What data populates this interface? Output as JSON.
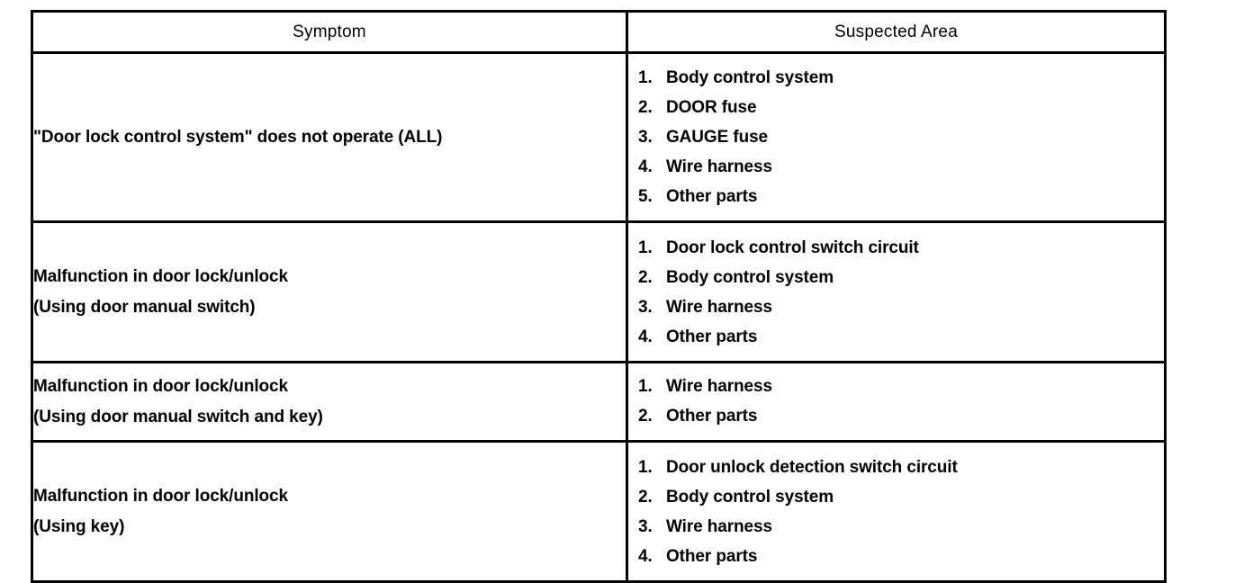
{
  "table": {
    "headers": {
      "symptom": "Symptom",
      "suspected_area": "Suspected Area"
    },
    "rows": [
      {
        "symptom_lines": [
          "\"Door lock control system\" does not operate (ALL)"
        ],
        "suspected_area": [
          {
            "num": "1.",
            "name": "Body control system"
          },
          {
            "num": "2.",
            "name": "DOOR fuse"
          },
          {
            "num": "3.",
            "name": "GAUGE fuse"
          },
          {
            "num": "4.",
            "name": "Wire harness"
          },
          {
            "num": "5.",
            "name": "Other parts"
          }
        ]
      },
      {
        "symptom_lines": [
          "Malfunction in door lock/unlock",
          "(Using door manual switch)"
        ],
        "suspected_area": [
          {
            "num": "1.",
            "name": "Door lock control switch circuit"
          },
          {
            "num": "2.",
            "name": "Body control system"
          },
          {
            "num": "3.",
            "name": "Wire harness"
          },
          {
            "num": "4.",
            "name": "Other parts"
          }
        ]
      },
      {
        "symptom_lines": [
          "Malfunction in door lock/unlock",
          "(Using door manual switch and key)"
        ],
        "suspected_area": [
          {
            "num": "1.",
            "name": "Wire harness"
          },
          {
            "num": "2.",
            "name": "Other parts"
          }
        ]
      },
      {
        "symptom_lines": [
          "Malfunction in door lock/unlock",
          "(Using key)"
        ],
        "suspected_area": [
          {
            "num": "1.",
            "name": "Door unlock detection switch circuit"
          },
          {
            "num": "2.",
            "name": "Body control system"
          },
          {
            "num": "3.",
            "name": "Wire harness"
          },
          {
            "num": "4.",
            "name": "Other parts"
          }
        ]
      }
    ]
  },
  "colors": {
    "background": "#ffffff",
    "text": "#000000",
    "border": "#000000"
  }
}
